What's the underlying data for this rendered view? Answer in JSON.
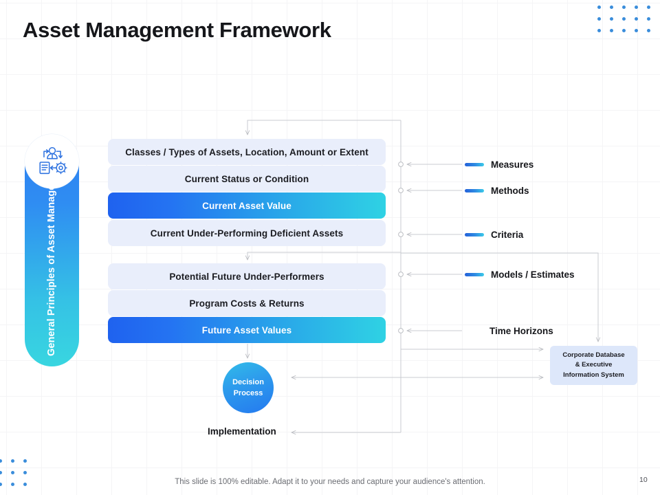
{
  "slide": {
    "title": "Asset Management Framework",
    "page_number": "10",
    "footer_note": "This slide is 100% editable. Adapt it to your needs and capture your audience's attention.",
    "accent_blue": "#1f62ef",
    "accent_cyan": "#2fd2e4",
    "light_box_bg": "#e9eefb",
    "dot_color": "#3a8ddb"
  },
  "sidebar": {
    "label": "General Principles of\nAsset Management",
    "label_line1": "General Principles of",
    "label_line2": "Asset Management",
    "icon": "people-process-gear-icon"
  },
  "flow": {
    "group_current": [
      {
        "label": "Classes / Types of Assets, Location, Amount or Extent",
        "style": "light"
      },
      {
        "label": "Current Status or Condition",
        "style": "light"
      },
      {
        "label": "Current Asset Value",
        "style": "highlight"
      },
      {
        "label": "Current Under-Performing Deficient Assets",
        "style": "light"
      }
    ],
    "group_future": [
      {
        "label": "Potential Future Under-Performers",
        "style": "light"
      },
      {
        "label": "Program Costs & Returns",
        "style": "light"
      },
      {
        "label": "Future Asset Values",
        "style": "highlight"
      }
    ],
    "decision": {
      "line1": "Decision",
      "line2": "Process"
    },
    "implementation": "Implementation"
  },
  "legend": [
    {
      "label": "Measures",
      "has_bar": true
    },
    {
      "label": "Methods",
      "has_bar": true
    },
    {
      "label": "Criteria",
      "has_bar": true
    },
    {
      "label": "Models / Estimates",
      "has_bar": true
    },
    {
      "label": "Time Horizons",
      "has_bar": false
    }
  ],
  "database": {
    "line1": "Corporate Database",
    "line2": "& Executive",
    "line3": "Information System"
  }
}
